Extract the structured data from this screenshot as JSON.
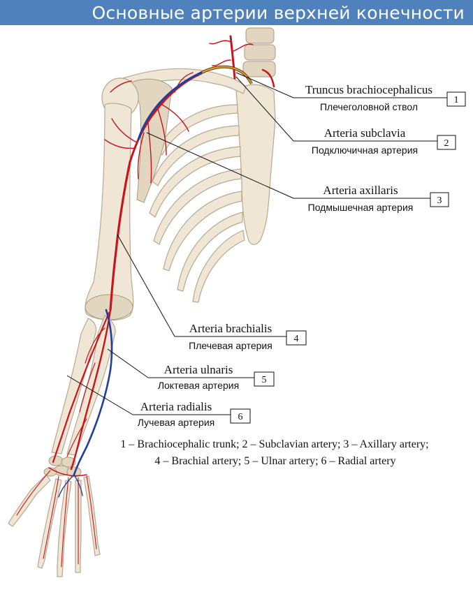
{
  "title": "Основные артерии верхней конечности",
  "labels": [
    {
      "latin": "Truncus brachiocephalicus",
      "ru": "Плечеголовной ствол",
      "num": "1"
    },
    {
      "latin": "Arteria subclavia",
      "ru": "Подключичная артерия",
      "num": "2"
    },
    {
      "latin": "Arteria axillaris",
      "ru": "Подмышечная артерия",
      "num": "3"
    },
    {
      "latin": "Arteria brachialis",
      "ru": "Плечевая артерия",
      "num": "4"
    },
    {
      "latin": "Arteria ulnaris",
      "ru": "Локтевая артерия",
      "num": "5"
    },
    {
      "latin": "Arteria radialis",
      "ru": "Лучевая артерия",
      "num": "6"
    }
  ],
  "legend": {
    "line1": "1 – Brachiocephalic trunk; 2 – Subclavian artery; 3 – Axillary artery;",
    "line2": "4 – Brachial artery; 5 – Ulnar artery; 6 – Radial artery"
  },
  "colors": {
    "title_bar": "#4f81bd",
    "artery": "#c8141a",
    "vein": "#1f3f9a",
    "bone": "#efe6d6"
  }
}
